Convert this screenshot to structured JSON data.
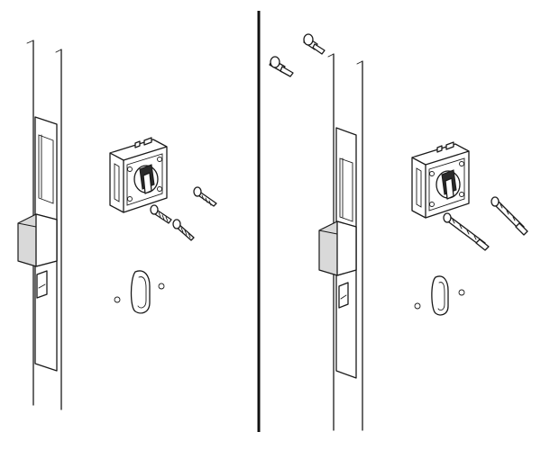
{
  "figure": {
    "panels": [
      {
        "id": "left",
        "parts": [
          "door-frame",
          "latch-housing",
          "deadbolt-latch",
          "lock-body",
          "thumb-turn",
          "short-screws",
          "keyhole-cutout"
        ]
      },
      {
        "id": "right",
        "parts": [
          "door-frame",
          "latch-housing",
          "deadbolt-latch",
          "lock-body",
          "thumb-turn",
          "long-bolts",
          "wall-plugs",
          "keyhole-cutout"
        ]
      }
    ],
    "colors": {
      "line": "#1a1a1a",
      "shade": "#d9d9d9",
      "background": "#ffffff"
    }
  }
}
